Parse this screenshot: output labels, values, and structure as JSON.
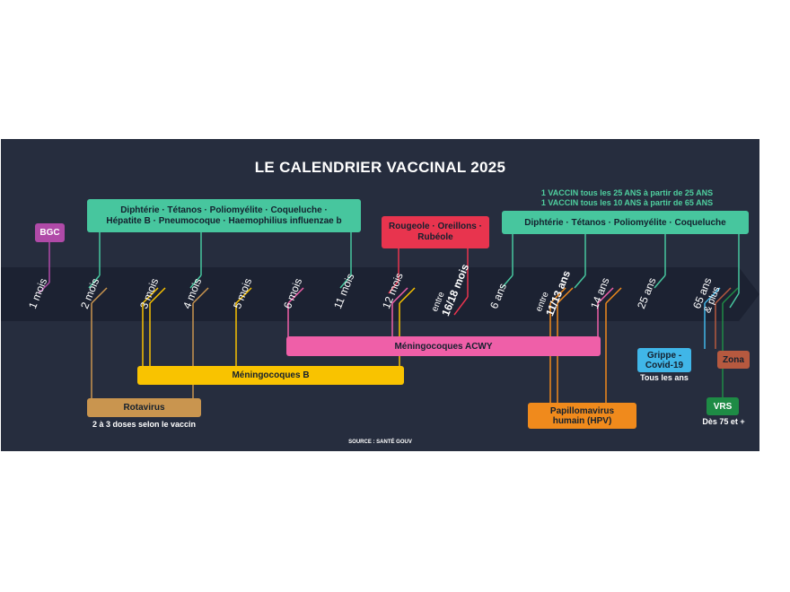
{
  "title": "LE CALENDRIER VACCINAL 2025",
  "source": "SOURCE : SANTÉ GOUV",
  "colors": {
    "background": "#262d3e",
    "band": "#1c2232",
    "green": "#47c69e",
    "magenta": "#b04aa8",
    "red": "#e8344e",
    "pink": "#ef5fa8",
    "yellow": "#f9c300",
    "tan": "#c9954f",
    "orange": "#f08a1c",
    "blue": "#40b6e8",
    "brown": "#b6593f",
    "darkgreen": "#1e8b45"
  },
  "ages": [
    {
      "label": "1 mois"
    },
    {
      "label": "2 mois"
    },
    {
      "label": "3 mois"
    },
    {
      "label": "4 mois"
    },
    {
      "label": "5 mois"
    },
    {
      "label": "6 mois"
    },
    {
      "label": "11 mois"
    },
    {
      "label": "12 mois"
    },
    {
      "prefix": "entre",
      "label": "16/18 mois"
    },
    {
      "label": "6 ans"
    },
    {
      "prefix": "entre",
      "label": "11/13 ans"
    },
    {
      "label": "14 ans"
    },
    {
      "label": "25 ans"
    },
    {
      "label": "65 ans",
      "suffix": "& plus"
    }
  ],
  "vaccines": {
    "bcg": "BGC",
    "dtp_infant_line1": "Diphtérie · Tétanos · Poliomyélite · Coqueluche ·",
    "dtp_infant_line2": "Hépatite B · Pneumocoque · Haemophilius influenzae b",
    "ror_line1": "Rougeole · Oreillons ·",
    "ror_line2": "Rubéole",
    "dtp_adult": "Diphtérie · Tétanos · Poliomyélite · Coqueluche",
    "dtp_adult_note1": "1 VACCIN tous les 25 ANS à partir de 25 ANS",
    "dtp_adult_note2": "1 VACCIN tous les 10 ANS à partir de 65 ANS",
    "acwy": "Méningocoques ACWY",
    "menb": "Méningocoques B",
    "rotavirus": "Rotavirus",
    "rotavirus_note": "2 à 3 doses selon le vaccin",
    "hpv_line1": "Papillomavirus",
    "hpv_line2": "humain (HPV)",
    "flu_line1": "Grippe -",
    "flu_line2": "Covid-19",
    "flu_note": "Tous les ans",
    "zona": "Zona",
    "vrs": "VRS",
    "vrs_note": "Dès 75 et +"
  }
}
